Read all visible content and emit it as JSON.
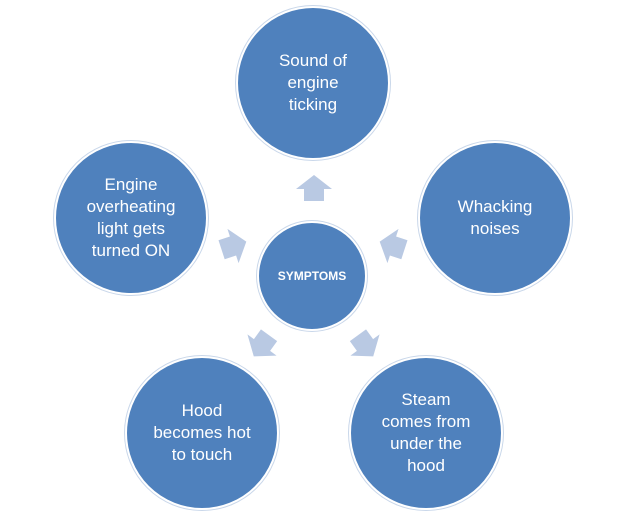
{
  "center": {
    "label": "SYMPTOMS"
  },
  "nodes": [
    {
      "id": "top",
      "label": "Sound of\nengine\nticking"
    },
    {
      "id": "right",
      "label": "Whacking\nnoises"
    },
    {
      "id": "bottom-right",
      "label": "Steam\ncomes from\nunder the\nhood"
    },
    {
      "id": "bottom-left",
      "label": "Hood\nbecomes hot\nto touch"
    },
    {
      "id": "left",
      "label": "Engine\noverheating\nlight gets\nturned ON"
    }
  ],
  "colors": {
    "node_fill": "#4f81bd",
    "arrow_fill": "#b9c9e3",
    "text": "#ffffff"
  }
}
